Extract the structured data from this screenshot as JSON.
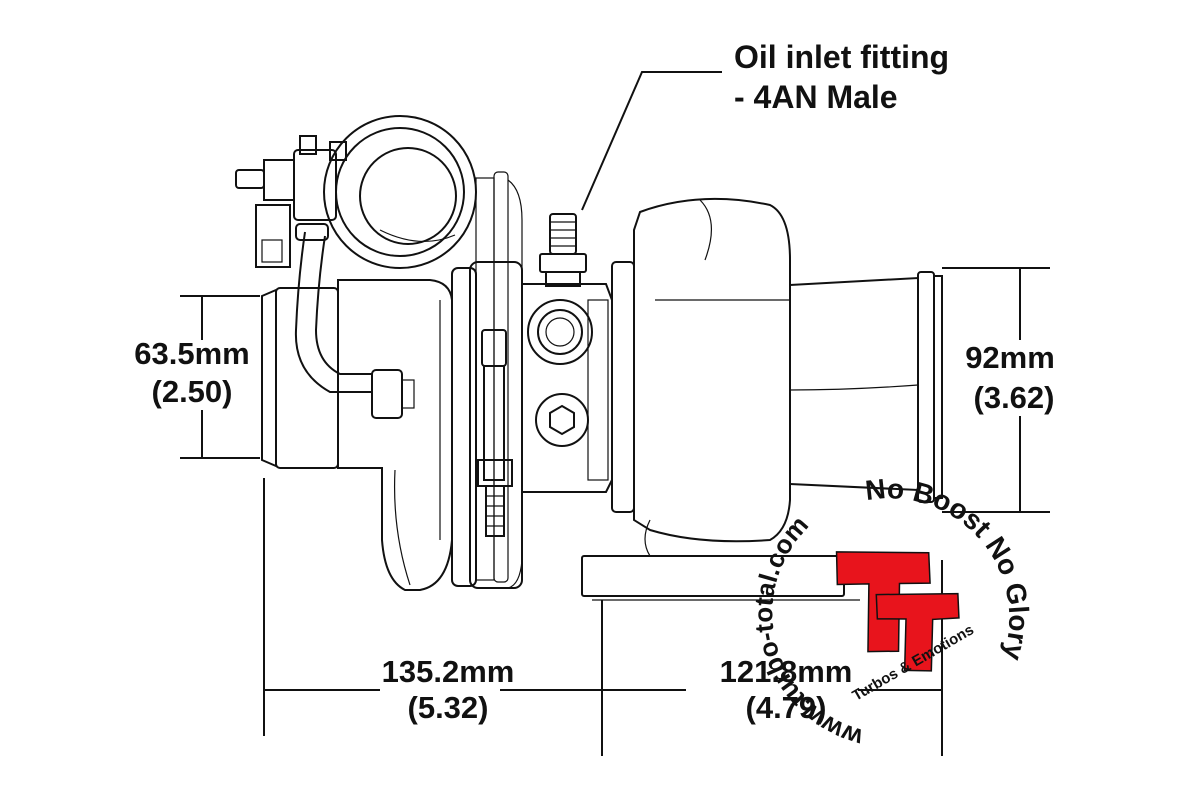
{
  "callout": {
    "line1": "Oil inlet fitting",
    "line2": "- 4AN Male"
  },
  "dimensions": {
    "inlet_mm": "63.5mm",
    "inlet_in": "(2.50)",
    "outlet_mm": "92mm",
    "outlet_in": "(3.62)",
    "length_left_mm": "135.2mm",
    "length_left_in": "(5.32)",
    "length_right_mm": "121.8mm",
    "length_right_in": "(4.79)"
  },
  "watermark": {
    "url": "www.turbo-total.com",
    "slogan": "No Boost No Glory",
    "logo_letters": "TT",
    "tagline": "Turbos & Emotions",
    "logo_color": "#e8141c"
  }
}
